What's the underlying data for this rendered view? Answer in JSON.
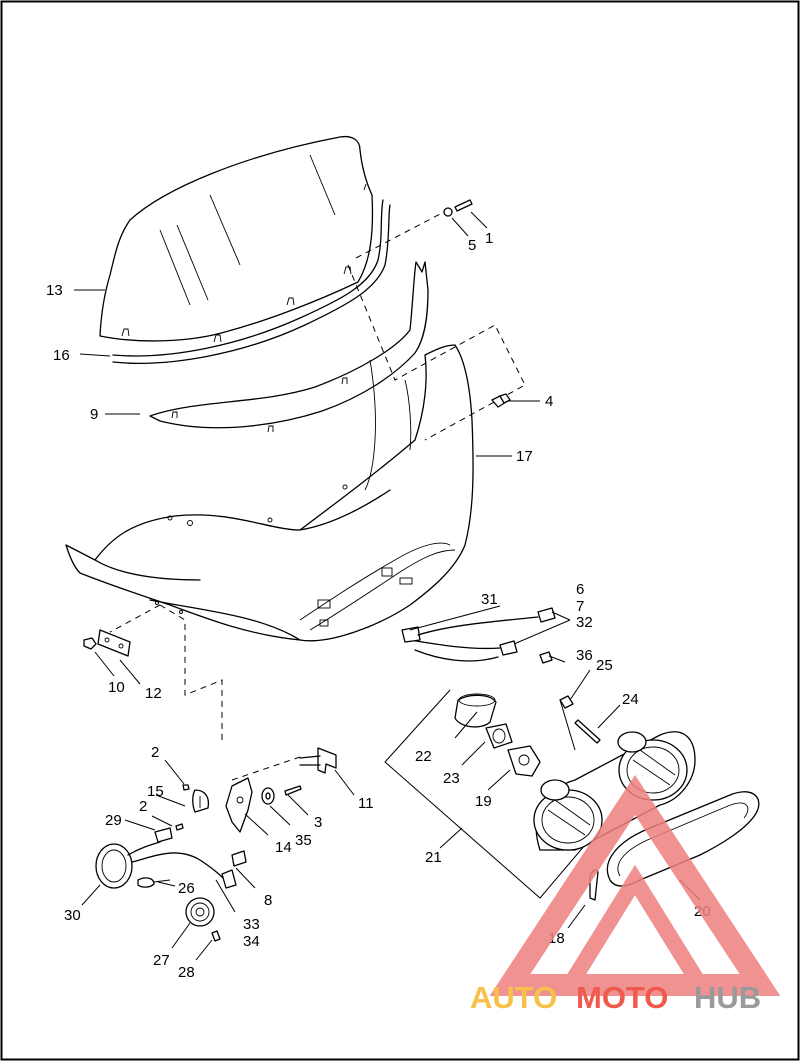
{
  "callouts": [
    "1",
    "2",
    "2",
    "3",
    "4",
    "5",
    "6",
    "7",
    "8",
    "9",
    "10",
    "11",
    "12",
    "13",
    "14",
    "15",
    "16",
    "17",
    "18",
    "19",
    "20",
    "21",
    "22",
    "23",
    "24",
    "25",
    "26",
    "27",
    "28",
    "29",
    "30",
    "31",
    "32",
    "33",
    "34",
    "35",
    "36"
  ],
  "watermark": {
    "word_a": "AUTO",
    "word_b": "MOTO",
    "word_c": "HUB",
    "color_a": "#f7c04a",
    "color_b": "#ef5a4c",
    "color_c": "#9a9a9a",
    "logo_color": "#ee8080"
  }
}
